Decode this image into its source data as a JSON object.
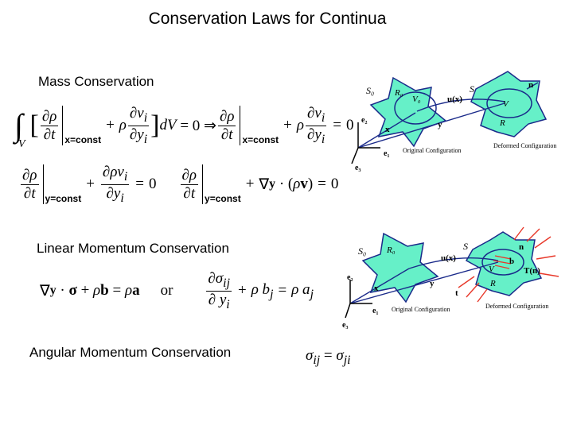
{
  "slide": {
    "title": "Conservation Laws for Continua"
  },
  "sections": {
    "mass": {
      "heading": "Mass Conservation"
    },
    "linear": {
      "heading": "Linear Momentum Conservation"
    },
    "angular": {
      "heading": "Angular Momentum Conservation"
    }
  },
  "equations": {
    "or_word": "or",
    "x_const": "x=const",
    "y_const": "y=const"
  },
  "diagram_labels": {
    "S0": "S₀",
    "R0": "R₀",
    "V0": "V₀",
    "S": "S",
    "V": "V",
    "R": "R",
    "n": "n",
    "u": "u(x)",
    "x": "x",
    "y": "y",
    "e1": "e₁",
    "e2": "e₂",
    "e3": "e₃",
    "original": "Original Configuration",
    "deformed": "Deformed Configuration",
    "b": "b",
    "t": "t",
    "Tn": "T(n)"
  },
  "colors": {
    "body_fill": "#66f0c8",
    "outline": "#1a2a8a",
    "force_arrow": "#e8382a"
  }
}
